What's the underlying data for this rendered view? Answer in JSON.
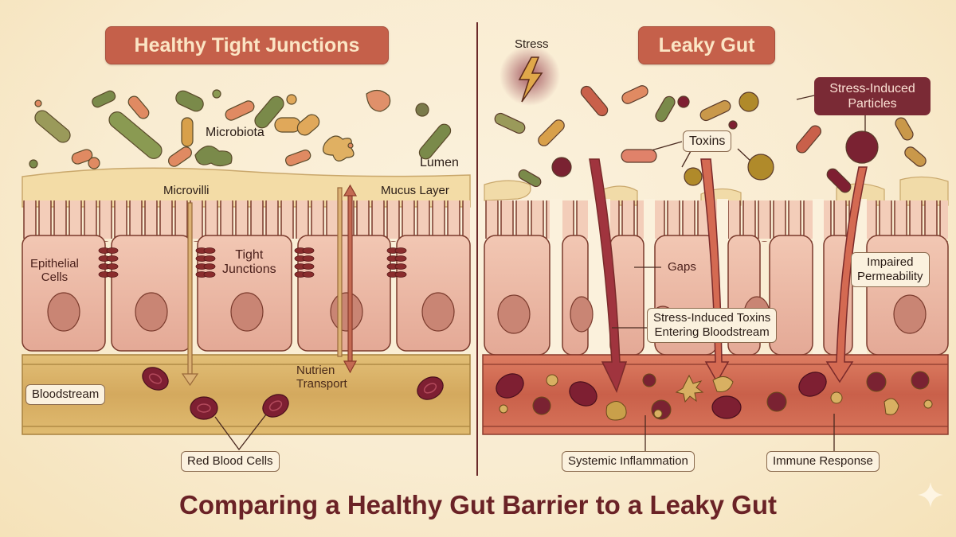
{
  "panels": {
    "left": {
      "header": "Healthy Tight Junctions",
      "labels": {
        "microbiota": "Microbiota",
        "lumen": "Lumen",
        "microvilli": "Microvilli",
        "mucus_layer": "Mucus Layer",
        "epithelial_cells": [
          "Epithelial",
          "Cells"
        ],
        "tight_junctions": [
          "Tight",
          "Junctions"
        ],
        "nutrient_transport": [
          "Nutrien",
          "Transport"
        ],
        "bloodstream": "Bloodstream",
        "red_blood_cells": "Red Blood Cells"
      }
    },
    "right": {
      "header": "Leaky Gut",
      "labels": {
        "stress": "Stress",
        "stress_induced_particles": [
          "Stress-Induced",
          "Particles"
        ],
        "toxins": "Toxins",
        "gaps": "Gaps",
        "impaired_permeability": [
          "Impaired",
          "Permeability"
        ],
        "stress_induced_toxins": [
          "Stress-Induced Toxins",
          "Entering Bloodstream"
        ],
        "systemic_inflammation": "Systemic Inflammation",
        "immune_response": "Immune Response"
      }
    }
  },
  "title": "Comparing a Healthy Gut Barrier to a Leaky Gut",
  "colors": {
    "background": "#f9ecd1",
    "header_pill": "#c5604a",
    "header_text": "#fbe5c4",
    "title_text": "#6a2226",
    "cell_pink": "#ecb7a4",
    "healthy_blood_vessel": "#d8b06a",
    "leaky_blood_vessel": "#cf6a52",
    "red_blood_cell": "#7e1f32",
    "dark_label_box": "#7a2a35",
    "divider": "#6b2a2a"
  },
  "icons": {
    "stress": "lightning-bolt-icon",
    "watermark": "sparkle-icon"
  }
}
